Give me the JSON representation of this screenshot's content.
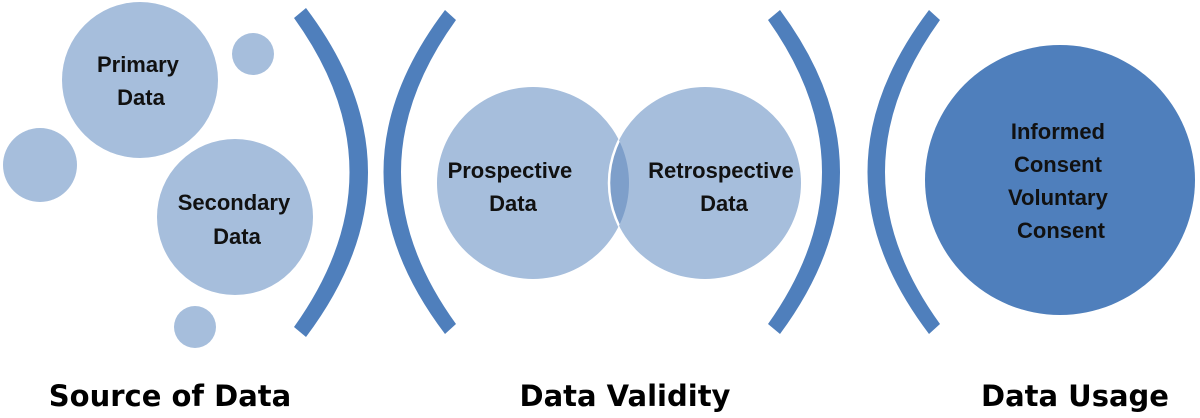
{
  "colors": {
    "light_circle": "#a6bedc",
    "overlap": "#7e9fca",
    "dark_circle": "#4f7fbc",
    "bracket": "#4f7fbc",
    "text": "#111111"
  },
  "sections": {
    "source": {
      "title": "Source of Data",
      "primary": [
        "Primary",
        "Data"
      ],
      "secondary": [
        "Secondary",
        "Data"
      ]
    },
    "validity": {
      "title": "Data Validity",
      "prospective": [
        "Prospective",
        "Data"
      ],
      "retrospective": [
        "Retrospective",
        "Data"
      ]
    },
    "usage": {
      "title": "Data Usage",
      "consent": [
        "Informed",
        "Consent",
        "Voluntary",
        "Consent"
      ]
    }
  }
}
